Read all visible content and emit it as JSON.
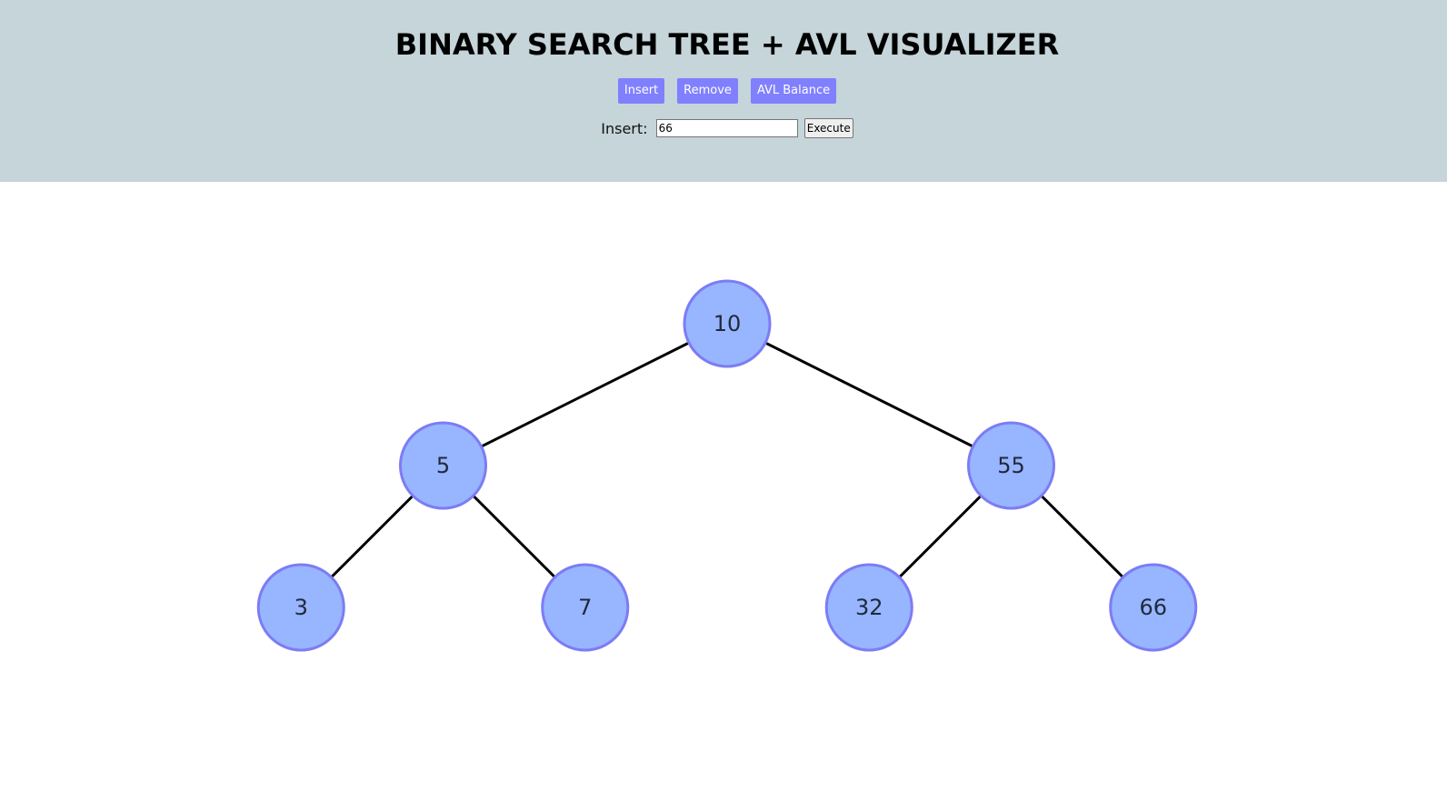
{
  "header": {
    "title": "BINARY SEARCH TREE + AVL VISUALIZER",
    "buttons": {
      "insert": "Insert",
      "remove": "Remove",
      "avl_balance": "AVL Balance"
    },
    "operation": {
      "label": "Insert:",
      "input_value": "66",
      "execute": "Execute"
    }
  },
  "tree": {
    "colors": {
      "node_fill": "#98b5ff",
      "node_stroke": "#7c7cf5",
      "edge": "#000000",
      "header_bg": "#c5d5da",
      "button_bg": "#8080ff"
    },
    "nodes": [
      {
        "id": "n10",
        "value": "10",
        "level": 0,
        "slot": 0
      },
      {
        "id": "n5",
        "value": "5",
        "level": 1,
        "slot": 0
      },
      {
        "id": "n55",
        "value": "55",
        "level": 1,
        "slot": 1
      },
      {
        "id": "n3",
        "value": "3",
        "level": 2,
        "slot": 0
      },
      {
        "id": "n7",
        "value": "7",
        "level": 2,
        "slot": 1
      },
      {
        "id": "n32",
        "value": "32",
        "level": 2,
        "slot": 2
      },
      {
        "id": "n66",
        "value": "66",
        "level": 2,
        "slot": 3
      }
    ],
    "edges": [
      [
        "n10",
        "n5"
      ],
      [
        "n10",
        "n55"
      ],
      [
        "n5",
        "n3"
      ],
      [
        "n5",
        "n7"
      ],
      [
        "n55",
        "n32"
      ],
      [
        "n55",
        "n66"
      ]
    ]
  }
}
